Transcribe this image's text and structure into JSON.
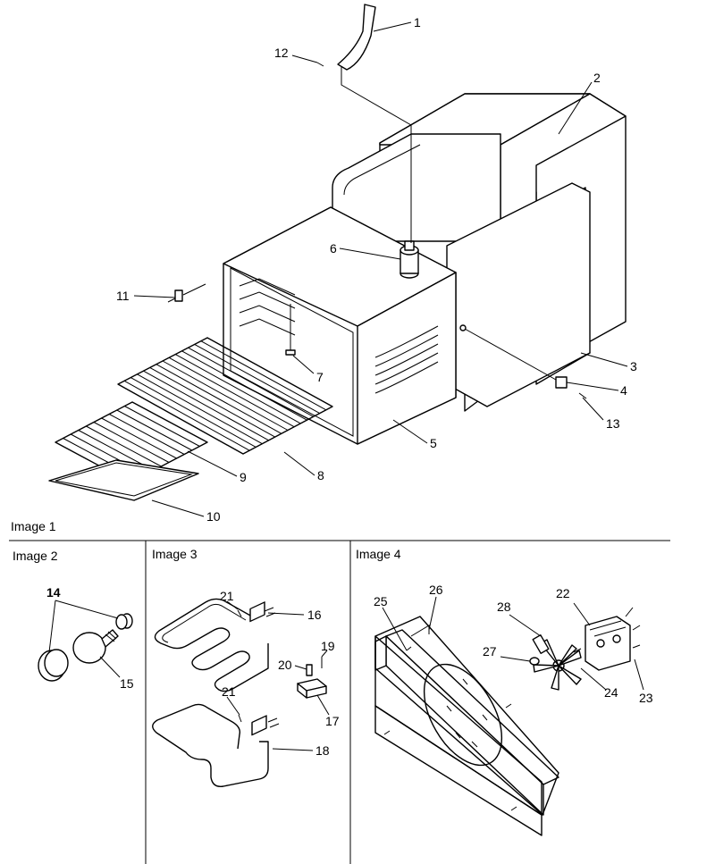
{
  "captions": {
    "image1": "Image 1",
    "image2": "Image 2",
    "image3": "Image 3",
    "image4": "Image 4"
  },
  "callouts": {
    "c1": "1",
    "c2": "2",
    "c3": "3",
    "c4": "4",
    "c5": "5",
    "c6": "6",
    "c7": "7",
    "c8": "8",
    "c9": "9",
    "c10": "10",
    "c11": "11",
    "c12": "12",
    "c13": "13",
    "c14": "14",
    "c15": "15",
    "c16": "16",
    "c17": "17",
    "c18": "18",
    "c19": "19",
    "c20": "20",
    "c21a": "21",
    "c21b": "21",
    "c22": "22",
    "c23": "23",
    "c24": "24",
    "c25": "25",
    "c26": "26",
    "c27": "27",
    "c28": "28"
  }
}
